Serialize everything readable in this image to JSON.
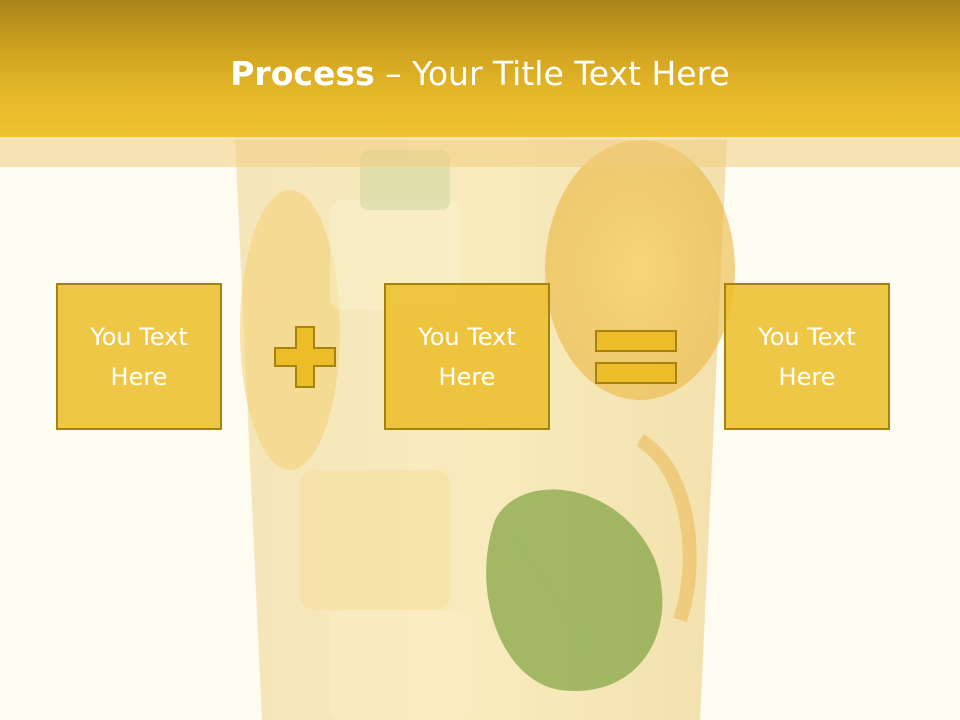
{
  "slide": {
    "title_bold": "Process",
    "title_rest": " – Your Title Text Here"
  },
  "steps": [
    {
      "label": "You Text Here"
    },
    {
      "label": "You Text Here"
    },
    {
      "label": "You Text Here"
    }
  ],
  "operators": [
    "plus-icon",
    "equals-icon"
  ],
  "colors": {
    "header_gold": "#e6b92a",
    "box_fill": "#ecbd28",
    "box_border": "#a58310",
    "background": "#fefbf1"
  }
}
